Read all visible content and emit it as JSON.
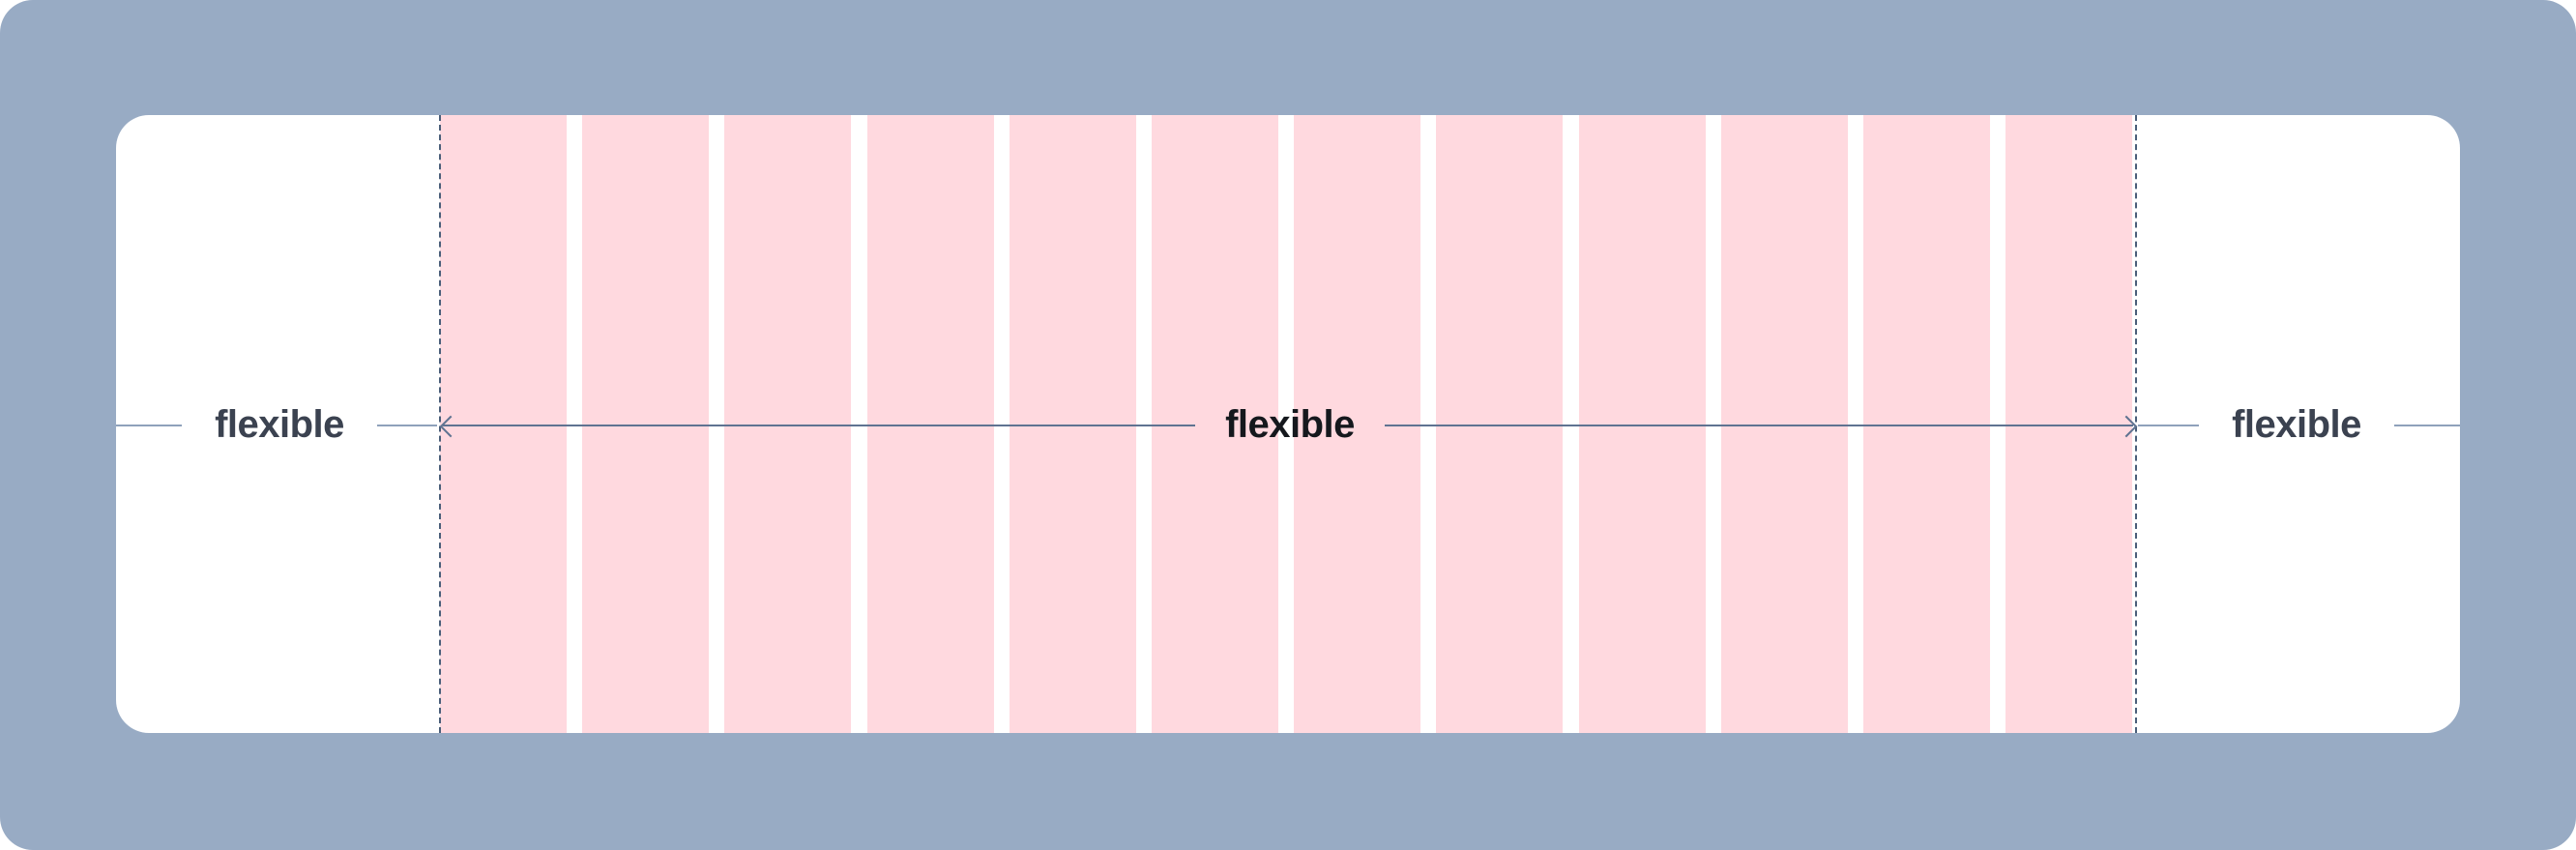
{
  "labels": {
    "left_margin": "flexible",
    "content": "flexible",
    "right_margin": "flexible"
  },
  "grid": {
    "column_count": 12
  },
  "colors": {
    "frame": "#98abc4",
    "canvas": "#ffffff",
    "column": "#ffd9df",
    "guide": "#4a5e79",
    "line": "#5f7391"
  }
}
